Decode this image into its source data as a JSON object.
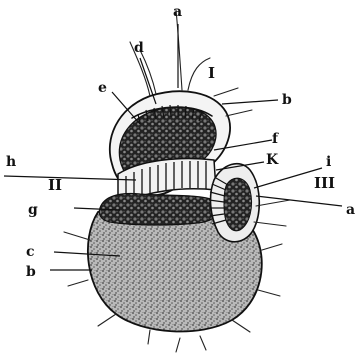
{
  "labels": {
    "a_top": "a",
    "d": "d",
    "I": "I",
    "e": "e",
    "b_top": "b",
    "f": "f",
    "h": "h",
    "K": "K",
    "i": "i",
    "II": "II",
    "III": "III",
    "g": "g",
    "a_right": "a",
    "c": "c",
    "b_bottom": "b"
  },
  "colors": {
    "ink": "#111111",
    "stipple": "#555555",
    "paper": "#ffffff"
  }
}
